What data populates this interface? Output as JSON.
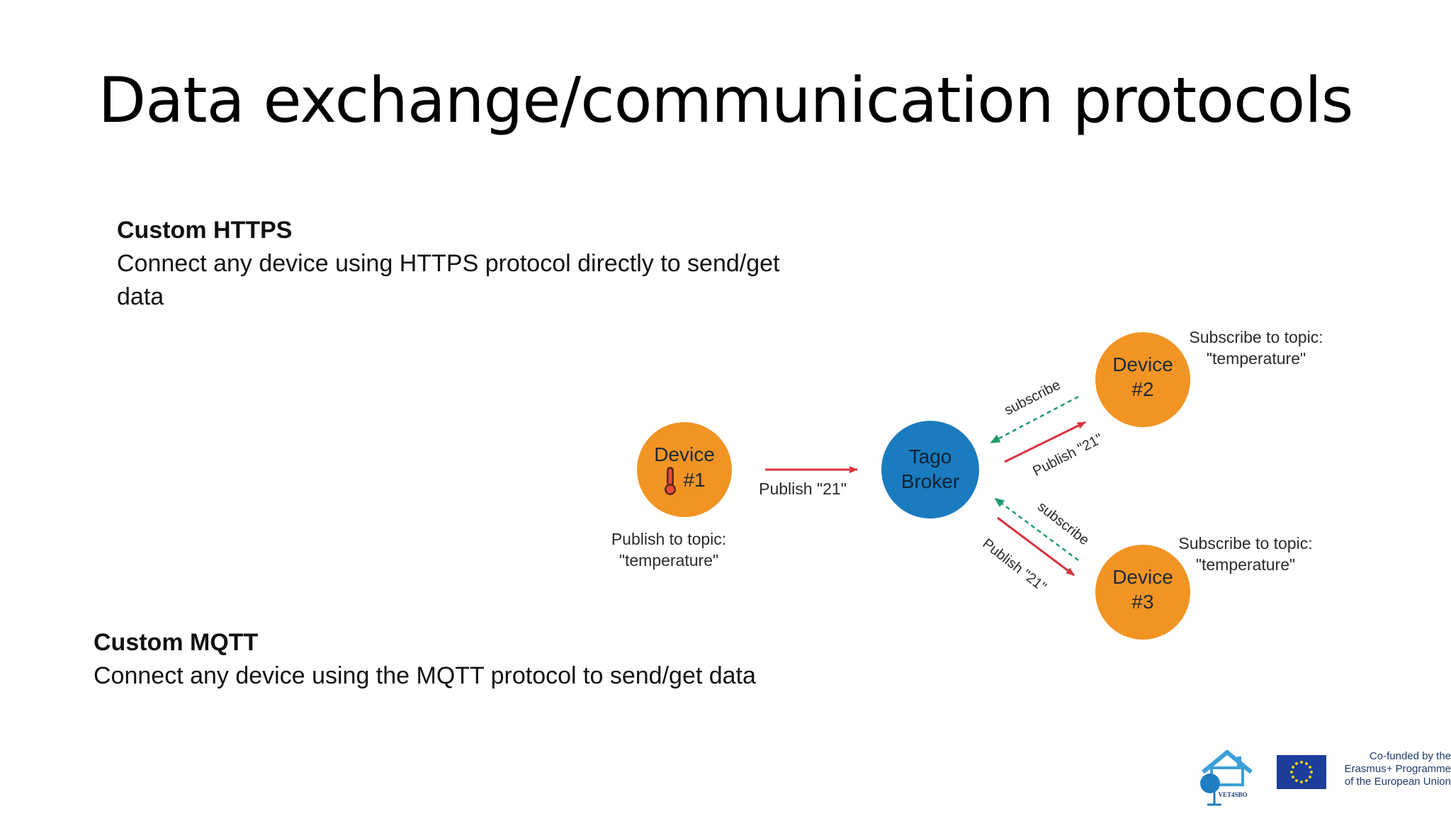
{
  "slide": {
    "title": "Data exchange/communication protocols"
  },
  "https": {
    "heading": "Custom HTTPS",
    "line1": "Connect any device using HTTPS protocol directly to send/get",
    "line2": "data"
  },
  "mqtt": {
    "heading": "Custom MQTT",
    "text": "Connect any device using the MQTT protocol to send/get data"
  },
  "diagram": {
    "device1": {
      "line1": "Device",
      "line2": "#1",
      "caption1": "Publish to topic:",
      "caption2": "\"temperature\""
    },
    "broker": {
      "line1": "Tago",
      "line2": "Broker"
    },
    "device2": {
      "line1": "Device",
      "line2": "#2",
      "caption1": "Subscribe to topic:",
      "caption2": "\"temperature\""
    },
    "device3": {
      "line1": "Device",
      "line2": "#3",
      "caption1": "Subscribe to topic:",
      "caption2": "\"temperature\""
    },
    "publish_to_broker": "Publish \"21\"",
    "publish_to_device2": "Publish \"21\"",
    "publish_to_device3": "Publish \"21\"",
    "subscribe_device2": "subscribe",
    "subscribe_device3": "subscribe",
    "colors": {
      "device": "#f29424",
      "broker": "#1a7bbf",
      "publish_arrow": "#d9343f",
      "subscribe_arrow": "#1f9b6a"
    }
  },
  "footer": {
    "logo_text": "VET4SBO",
    "eu_line1": "Co-funded by the",
    "eu_line2": "Erasmus+ Programme",
    "eu_line3": "of the European Union"
  }
}
